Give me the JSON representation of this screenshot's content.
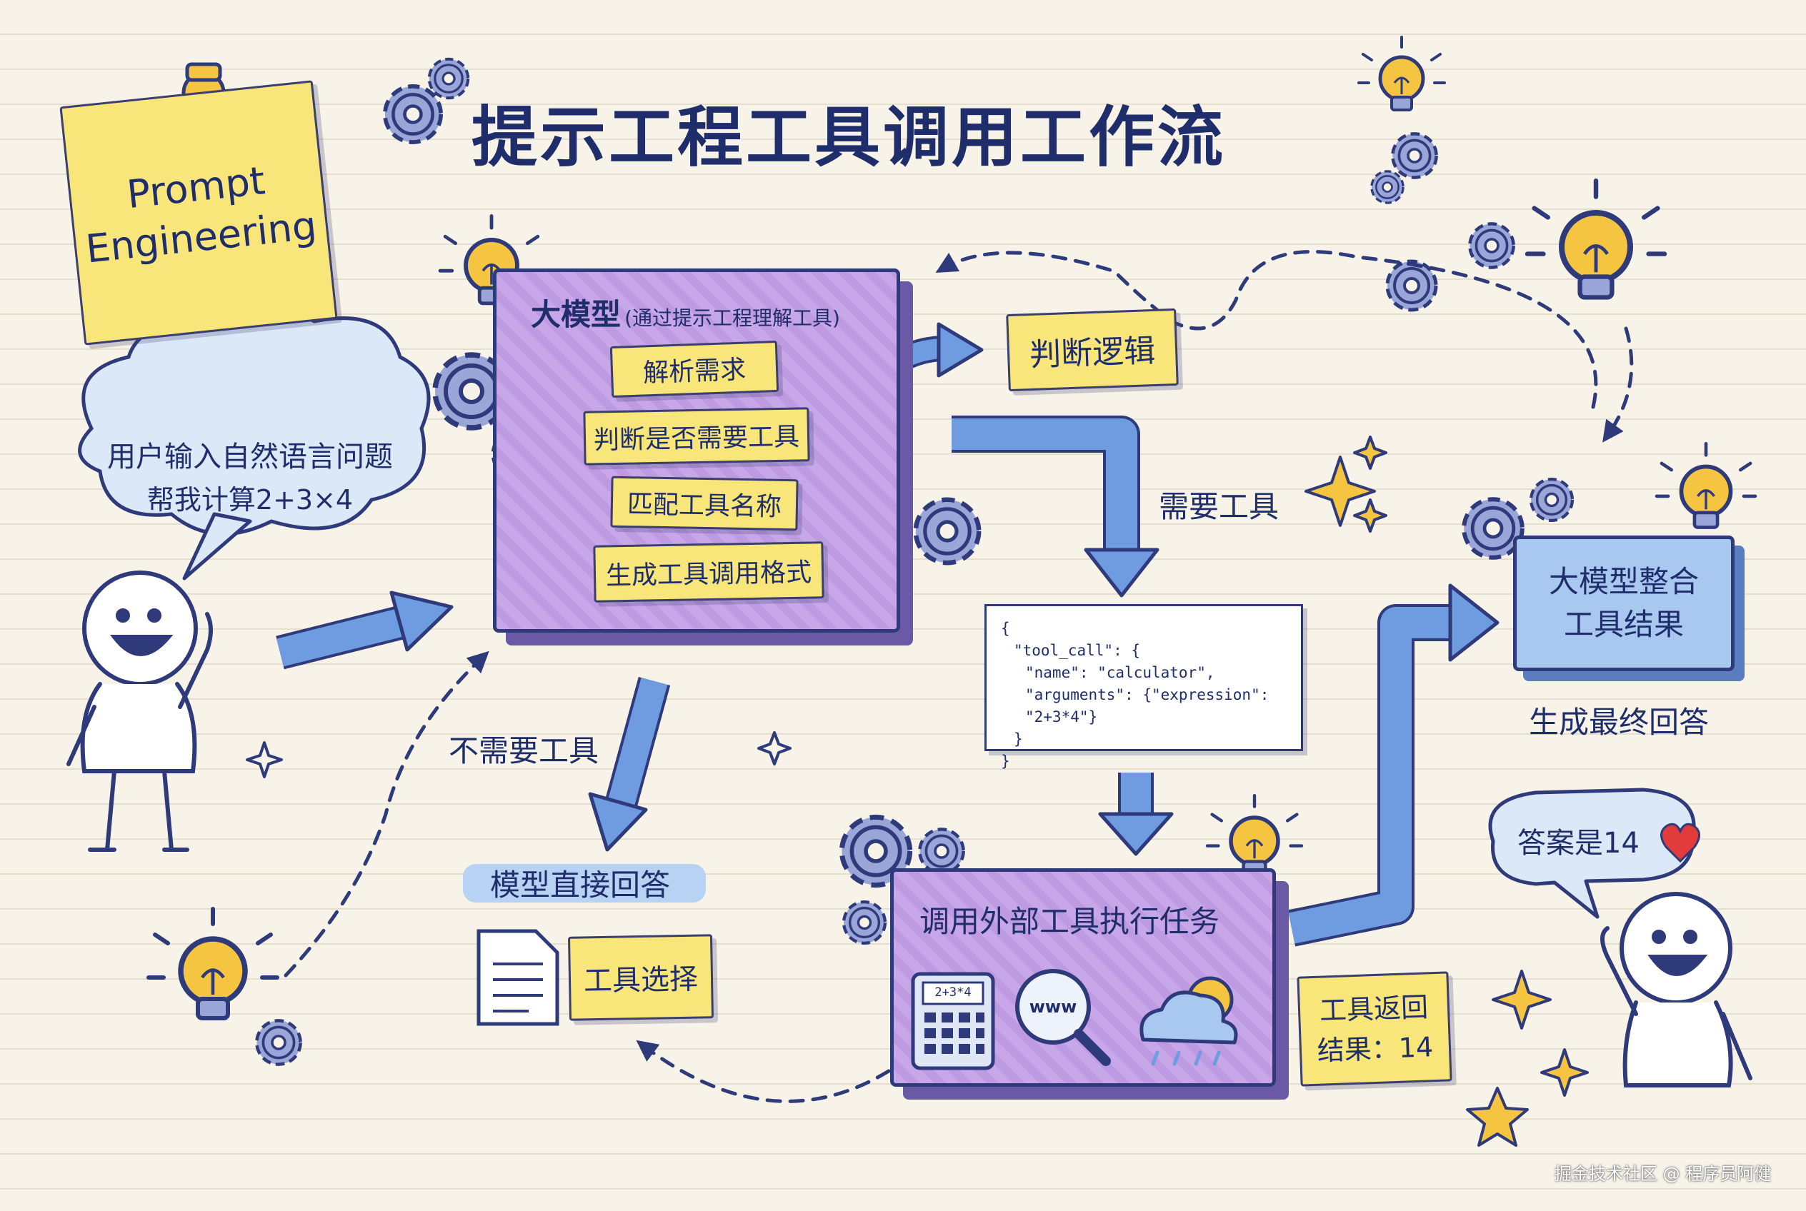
{
  "title": "提示工程工具调用工作流",
  "note_prompt": {
    "line1": "Prompt",
    "line2": "Engineering"
  },
  "user_bubble": {
    "line1": "用户输入自然语言问题",
    "line2": "帮我计算2+3×4"
  },
  "llm_box": {
    "title": "大模型",
    "subtitle": "(通过提示工程理解工具)",
    "steps": [
      "解析需求",
      "判断是否需要工具",
      "匹配工具名称",
      "生成工具调用格式"
    ]
  },
  "logic_note": "判断逻辑",
  "need_tool_label": "需要工具",
  "no_tool_label": "不需要工具",
  "direct_answer_label": "模型直接回答",
  "tool_select_note": "工具选择",
  "code_block": [
    "{",
    "\"tool_call\": {",
    "\"name\": \"calculator\",",
    "\"arguments\": {\"expression\": \"2+3*4\"}",
    "}",
    "}"
  ],
  "exec_box": {
    "title": "调用外部工具执行任务",
    "calc_display": "2+3*4",
    "search_text": "www"
  },
  "result_note": {
    "line1": "工具返回",
    "line2": "结果：14"
  },
  "integrate_box": {
    "line1": "大模型整合",
    "line2": "工具结果"
  },
  "final_label": "生成最终回答",
  "answer_bubble": "答案是14",
  "watermark": "掘金技术社区 @ 程序员阿健",
  "colors": {
    "purple": "#c7a7e8",
    "blue": "#a9c8ef",
    "yellow": "#f8e67a",
    "navy": "#1f2e6b",
    "arrow_blue": "#6f9be0",
    "heart": "#e23b3b"
  },
  "icons": [
    "pushpin-icon",
    "gear-icon",
    "lightbulb-icon",
    "sparkle-icon",
    "document-icon",
    "calculator-icon",
    "magnifier-icon",
    "weather-cloud-icon",
    "heart-icon",
    "star-icon"
  ]
}
